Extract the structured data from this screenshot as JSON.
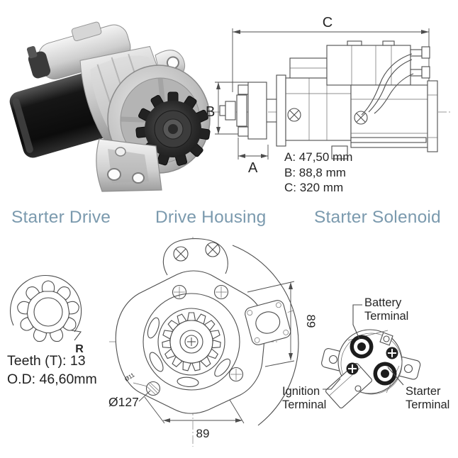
{
  "colors": {
    "heading_blue": "#7b9aae",
    "drawing_line": "#4d4d4d",
    "label_text": "#262626"
  },
  "side_view": {
    "dim_a_letter": "A",
    "dim_b_letter": "B",
    "dim_c_letter": "C",
    "dims": [
      "A: 47,50 mm",
      "B: 88,8 mm",
      "C: 320 mm"
    ]
  },
  "sections": {
    "drive": "Starter Drive",
    "housing": "Drive Housing",
    "solenoid": "Starter Solenoid"
  },
  "starter_drive": {
    "teeth": "Teeth (T): 13",
    "outer_diameter": "O.D: 46,60mm",
    "rotation_letter": "R"
  },
  "drive_housing": {
    "diameter": "Ø127",
    "bolt_hole_diameter": "Ø11",
    "width": "89",
    "height": "89"
  },
  "starter_solenoid": {
    "battery_label": "Battery Terminal",
    "ignition_label": "Ignition Terminal",
    "starter_label": "Starter Terminal"
  }
}
